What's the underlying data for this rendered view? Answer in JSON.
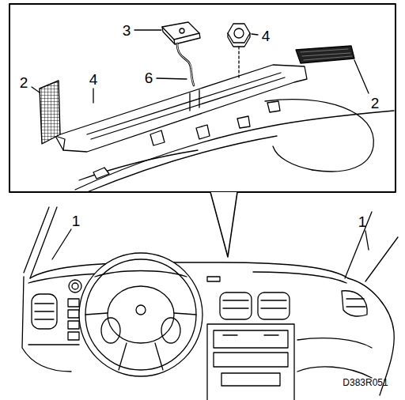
{
  "diagram": {
    "labels": [
      "3",
      "4",
      "2",
      "4",
      "6",
      "2",
      "1",
      "1",
      "D383R051"
    ]
  }
}
